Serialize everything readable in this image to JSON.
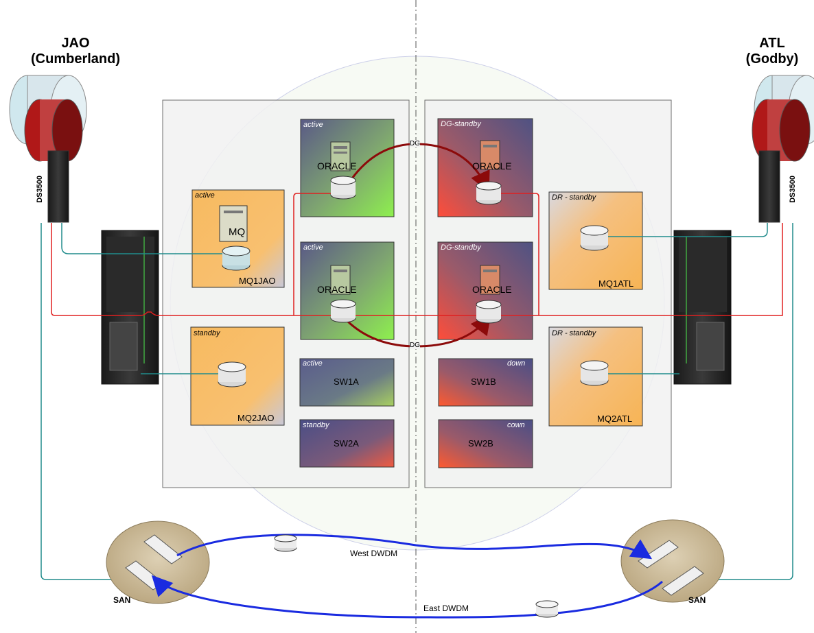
{
  "sites": {
    "left": {
      "name": "JAO",
      "sub": "(Cumberland)",
      "storage": "DS3500",
      "san": "SAN"
    },
    "right": {
      "name": "ATL",
      "sub": "(Godby)",
      "storage": "DS3500",
      "san": "SAN"
    }
  },
  "boxes": {
    "ora1a": {
      "status": "active",
      "label": "ORACLE"
    },
    "ora2a": {
      "status": "active",
      "label": "ORACLE"
    },
    "ora1b": {
      "status": "DG-standby",
      "label": "ORACLE"
    },
    "ora2b": {
      "status": "DG-standby",
      "label": "ORACLE"
    },
    "mq1jao": {
      "status": "active",
      "icon_label": "MQ",
      "name": "MQ1JAO"
    },
    "mq2jao": {
      "status": "standby",
      "name": "MQ2JAO"
    },
    "mq1atl": {
      "status": "DR - standby",
      "name": "MQ1ATL"
    },
    "mq2atl": {
      "status": "DR - standby",
      "name": "MQ2ATL"
    },
    "sw1a": {
      "status": "active",
      "name": "SW1A"
    },
    "sw2a": {
      "status": "standby",
      "name": "SW2A"
    },
    "sw1b": {
      "status": "down",
      "name": "SW1B"
    },
    "sw2b": {
      "status": "cown",
      "name": "SW2B"
    }
  },
  "links": {
    "dg_top": "DG",
    "dg_bottom": "DG",
    "west": "West DWDM",
    "east": "East DWDM"
  },
  "colors": {
    "red_link": "#e02020",
    "teal_link": "#208c8c",
    "dwdm": "#1a2be0",
    "dg_arc": "#8c0a0a",
    "panel": "#f2f2f2"
  }
}
